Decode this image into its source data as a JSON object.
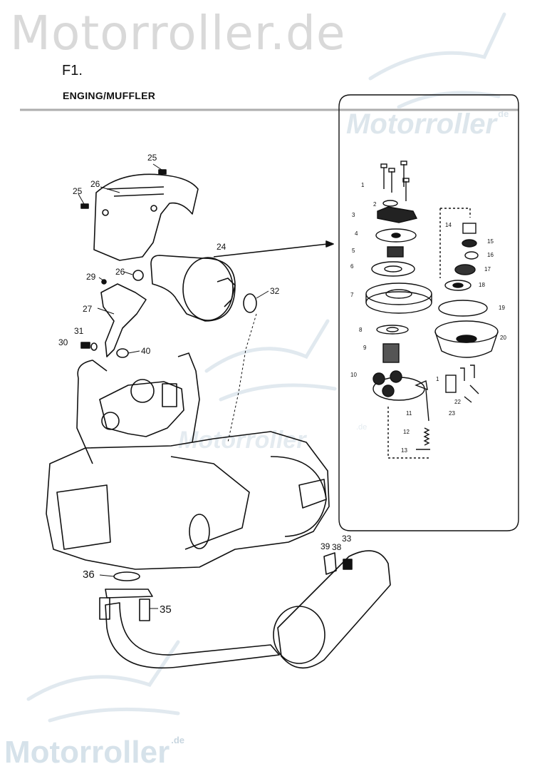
{
  "watermark": {
    "top_text": "Motorroller.de",
    "mid_text": "Motorroller",
    "mid_suffix": "de",
    "bottom_text": "Motorroller",
    "bottom_suffix": ".de",
    "center_text": "Motorroller",
    "center_suffix": ".de"
  },
  "figure": {
    "code": "F1.",
    "title": "ENGING/MUFFLER"
  },
  "callouts": {
    "main": {
      "c25a": "25",
      "c25b": "25",
      "c26a": "26",
      "c26b": "26",
      "c24": "24",
      "c29": "29",
      "c27": "27",
      "c32": "32",
      "c31": "31",
      "c30": "30",
      "c40": "40",
      "c36": "36",
      "c35": "35",
      "c39": "39",
      "c38": "38",
      "c33": "33"
    },
    "detail": {
      "d1": "1",
      "d2": "2",
      "d3": "3",
      "d4": "4",
      "d5": "5",
      "d6": "6",
      "d7": "7",
      "d8": "8",
      "d9": "9",
      "d10": "10",
      "d11": "11",
      "d12": "12",
      "d13": "13",
      "d14": "14",
      "d15": "15",
      "d16": "16",
      "d17": "17",
      "d18": "18",
      "d19": "19",
      "d20": "20",
      "d21": "1",
      "d22": "22",
      "d23": "23"
    }
  },
  "colors": {
    "line": "#111111",
    "watermark_gray": "#d9d9d9",
    "watermark_blue": "#d6e2ea",
    "rule": "#9c9c9c"
  }
}
